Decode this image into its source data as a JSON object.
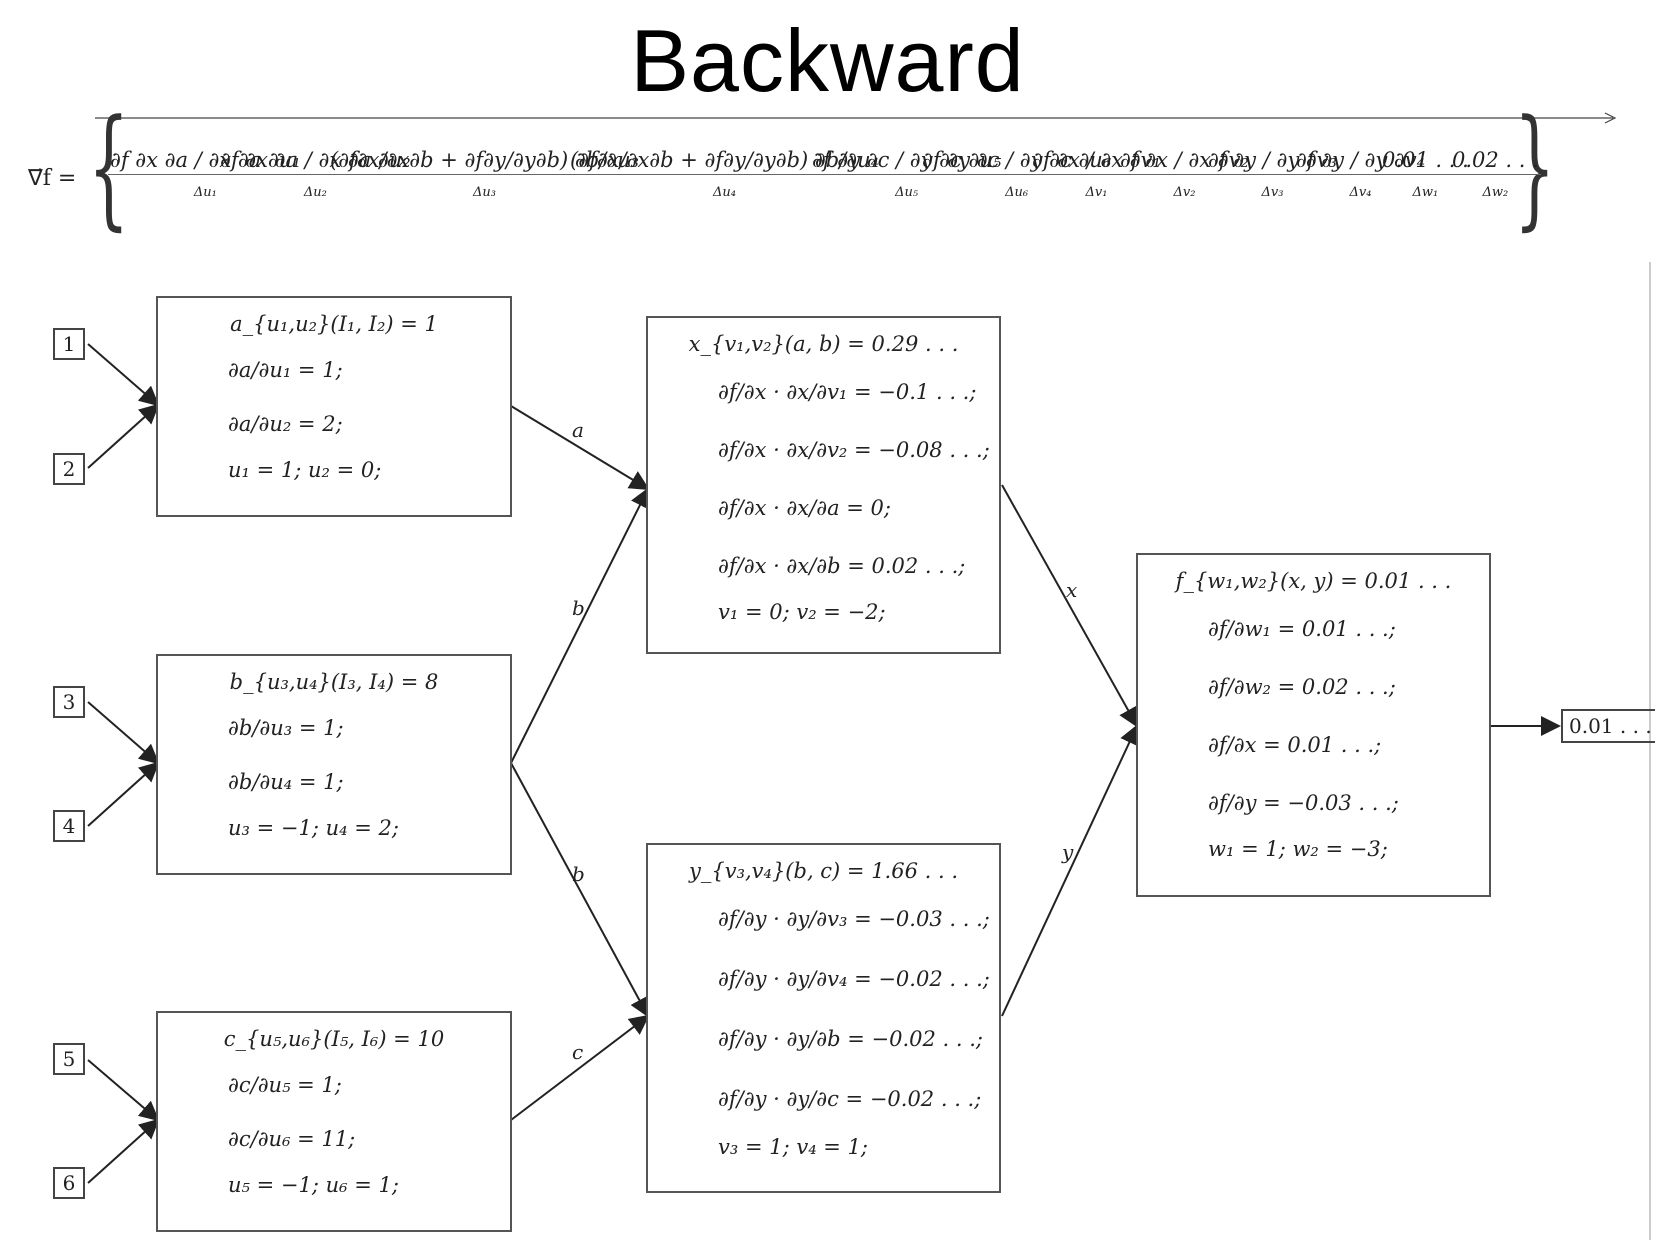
{
  "title": "Backward",
  "gradient": {
    "lhs": "∇⃗f =",
    "terms": [
      {
        "expr": "∂f ∂x ∂a / ∂x ∂a ∂u₁",
        "under": "Δu₁"
      },
      {
        "expr": "∂f ∂x ∂a / ∂x ∂a ∂u₂",
        "under": "Δu₂"
      },
      {
        "expr": "(∂f∂x/∂x∂b + ∂f∂y/∂y∂b) ∂b/∂u₃",
        "under": "Δu₃"
      },
      {
        "expr": "(∂f∂x/∂x∂b + ∂f∂y/∂y∂b) ∂b/∂u₄",
        "under": "Δu₄"
      },
      {
        "expr": "∂f ∂y ∂c / ∂y ∂c ∂u₅",
        "under": "Δu₅"
      },
      {
        "expr": "∂f ∂y ∂c / ∂y ∂c ∂u₆",
        "under": "Δu₆"
      },
      {
        "expr": "∂f ∂x / ∂x ∂v₁",
        "under": "Δv₁"
      },
      {
        "expr": "∂f ∂x / ∂x ∂v₂",
        "under": "Δv₂"
      },
      {
        "expr": "∂f ∂y / ∂y ∂v₃",
        "under": "Δv₃"
      },
      {
        "expr": "∂f ∂y / ∂y ∂v₄",
        "under": "Δv₄"
      },
      {
        "expr": "0.01 . . .",
        "under": "Δw₁"
      },
      {
        "expr": "0.02 . . .",
        "under": "Δw₂"
      }
    ]
  },
  "inputs": [
    "1",
    "2",
    "3",
    "4",
    "5",
    "6"
  ],
  "nodes": {
    "a": {
      "head": "a_{u₁,u₂}(I₁, I₂) = 1",
      "lines": [
        "∂a/∂u₁ = 1;",
        "∂a/∂u₂ = 2;"
      ],
      "foot": "u₁ = 1;        u₂ = 0;"
    },
    "b": {
      "head": "b_{u₃,u₄}(I₃, I₄) = 8",
      "lines": [
        "∂b/∂u₃ = 1;",
        "∂b/∂u₄ = 1;"
      ],
      "foot": "u₃ = −1;       u₄ = 2;"
    },
    "c": {
      "head": "c_{u₅,u₆}(I₅, I₆) = 10",
      "lines": [
        "∂c/∂u₅ = 1;",
        "∂c/∂u₆ = 11;"
      ],
      "foot": "u₅ = −1;       u₆ = 1;"
    },
    "x": {
      "head": "x_{v₁,v₂}(a, b) = 0.29 . . .",
      "lines": [
        "∂f/∂x · ∂x/∂v₁ = −0.1 . . .;",
        "∂f/∂x · ∂x/∂v₂ = −0.08 . . .;",
        "∂f/∂x · ∂x/∂a = 0;",
        "∂f/∂x · ∂x/∂b = 0.02 . . .;"
      ],
      "foot": "v₁ = 0;    v₂ = −2;"
    },
    "y": {
      "head": "y_{v₃,v₄}(b, c) = 1.66 . . .",
      "lines": [
        "∂f/∂y · ∂y/∂v₃ = −0.03 . . .;",
        "∂f/∂y · ∂y/∂v₄ = −0.02 . . .;",
        "∂f/∂y · ∂y/∂b = −0.02 . . .;",
        "∂f/∂y · ∂y/∂c = −0.02 . . .;"
      ],
      "foot": "v₃ = 1;    v₄ = 1;"
    },
    "f": {
      "head": "f_{w₁,w₂}(x, y) = 0.01 . . .",
      "lines": [
        "∂f/∂w₁ = 0.01 . . .;",
        "∂f/∂w₂ = 0.02 . . .;",
        "∂f/∂x = 0.01 . . .;",
        "∂f/∂y = −0.03 . . .;"
      ],
      "foot": "w₁ = 1;    w₂ = −3;"
    }
  },
  "edge_labels": {
    "a": "a",
    "b_top": "b",
    "b_bottom": "b",
    "c": "c",
    "x": "x",
    "y": "y"
  },
  "output": "0.01 . . ."
}
